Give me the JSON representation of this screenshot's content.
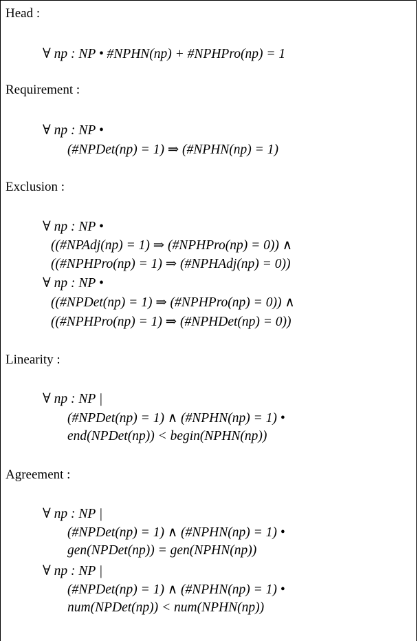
{
  "sections": [
    {
      "label": "Head :",
      "lines": [
        "∀ np : NP • #NPHN(np) + #NPHPro(np) = 1"
      ]
    },
    {
      "label": "Requirement :",
      "lines": [
        "∀ np : NP •",
        "(#NPDet(np) = 1) ⇒ (#NPHN(np) = 1)"
      ]
    },
    {
      "label": "Exclusion :",
      "lines": [
        "∀ np : NP •",
        "((#NPAdj(np) = 1) ⇒ (#NPHPro(np) = 0)) ∧",
        "((#NPHPro(np) = 1) ⇒ (#NPHAdj(np) = 0))",
        "∀ np : NP •",
        "((#NPDet(np) = 1) ⇒ (#NPHPro(np) = 0)) ∧",
        "((#NPHPro(np) = 1) ⇒ (#NPHDet(np) = 0))"
      ]
    },
    {
      "label": "Linearity :",
      "lines": [
        "∀ np : NP |",
        "(#NPDet(np) = 1) ∧ (#NPHN(np) = 1) •",
        "end(NPDet(np)) < begin(NPHN(np))"
      ]
    },
    {
      "label": "Agreement :",
      "lines": [
        "∀ np : NP |",
        "(#NPDet(np) = 1) ∧ (#NPHN(np) = 1) •",
        "gen(NPDet(np)) = gen(NPHN(np))",
        "∀ np : NP |",
        "(#NPDet(np) = 1) ∧ (#NPHN(np) = 1) •",
        "num(NPDet(np)) < num(NPHN(np))"
      ]
    }
  ]
}
